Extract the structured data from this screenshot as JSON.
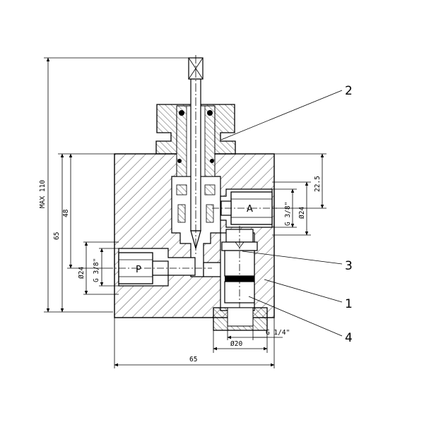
{
  "callouts": [
    "2",
    "3",
    "1",
    "4"
  ],
  "ports": {
    "A": "A",
    "P": "P"
  },
  "dimensions": {
    "max_height": "MAX 110",
    "height_65": "65",
    "height_48": "48",
    "port_a_offset": "22.5",
    "port_a_thread": "G 3/8\"",
    "port_a_dia": "Ø24",
    "port_p_thread": "G 3/8\"",
    "port_p_dia": "Ø24",
    "bottom_thread": "G 1/4\"",
    "bottom_dia": "Ø20",
    "width_65": "65"
  }
}
